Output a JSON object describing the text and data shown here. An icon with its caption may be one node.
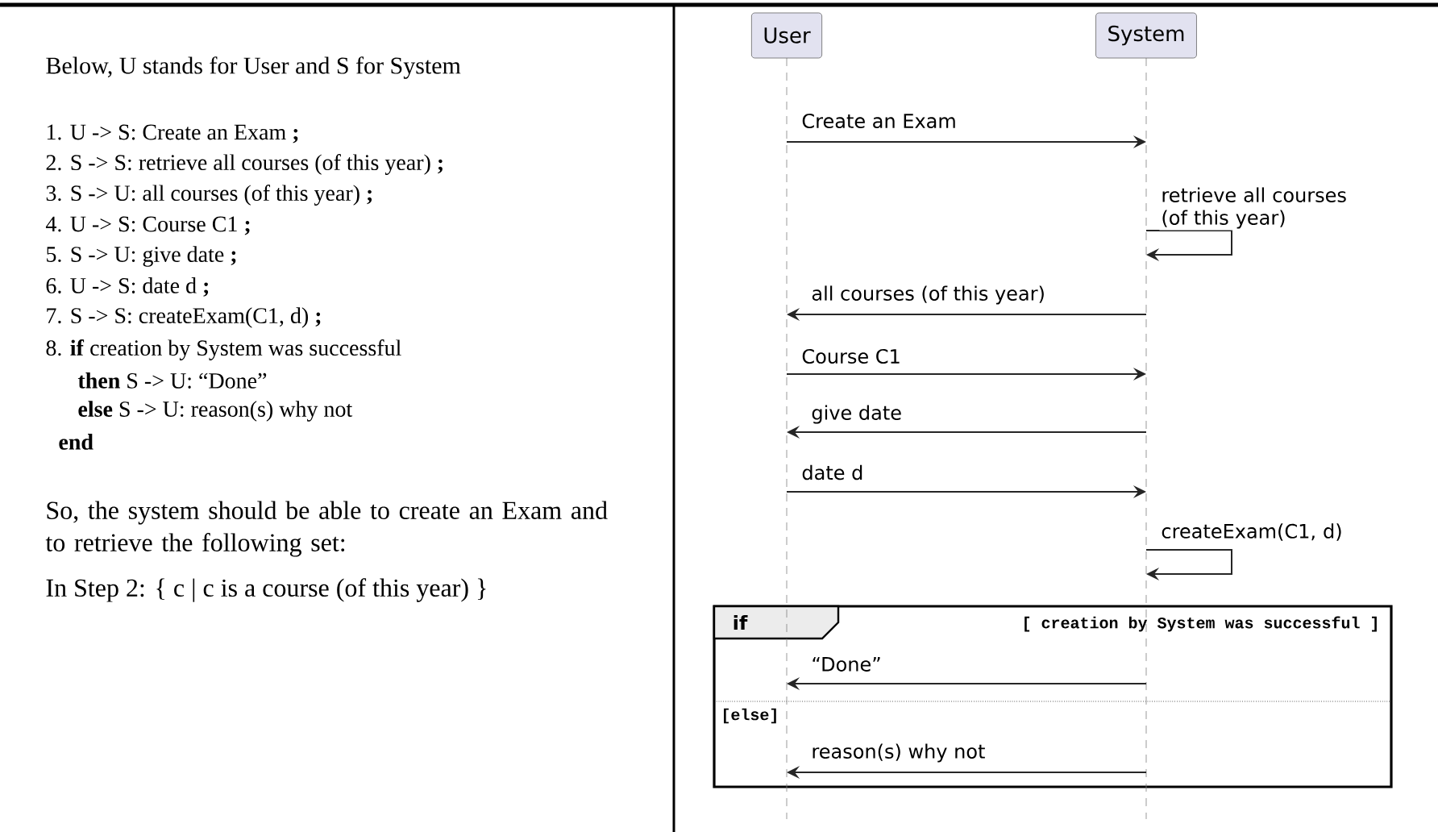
{
  "diagram": {
    "nodes": [
      {
        "text": [
          "User"
        ]
      },
      {
        "text": [
          "System"
        ]
      }
    ],
    "edges": [
      {
        "from": 0,
        "to": 1,
        "arrow": "to",
        "label": "Create an Exam"
      },
      {
        "from": 1,
        "to": 1,
        "arrow": "to",
        "label": "retrieve all courses (of this year)"
      },
      {
        "from": 1,
        "to": 0,
        "arrow": "to",
        "label": "all courses (of this year)"
      },
      {
        "from": 0,
        "to": 1,
        "arrow": "to",
        "label": "Course C1"
      },
      {
        "from": 1,
        "to": 0,
        "arrow": "to",
        "label": "give date"
      },
      {
        "from": 0,
        "to": 1,
        "arrow": "to",
        "label": "date d"
      },
      {
        "from": 1,
        "to": 1,
        "arrow": "to",
        "label": "createExam(C1, d)"
      },
      {
        "from": 1,
        "to": 0,
        "arrow": "to",
        "label": "“Done”"
      },
      {
        "from": 1,
        "to": 0,
        "arrow": "to",
        "label": "reason(s) why not"
      }
    ],
    "labels": [
      "Below, U stands for User and S for System",
      "1. U -> S: Create an Exam **;**",
      "2. S -> S: retrieve all courses (of this year) **;**",
      "3. S -> U: all courses (of this year) **;**",
      "4. U -> S: Course C1 **;**",
      "5. S -> U: give date **;**",
      "6. U -> S: date d **;**",
      "7. S -> S: createExam(C1, d) **;**",
      "8. **if** creation by System was successful",
      "**then** S -> U: “Done”",
      "**else** S -> U: reason(s) why not",
      "end",
      "So, the system should be able to create an Exam and to retrieve the following set:",
      "In Step 2: { c | c is a course (of this year) }",
      "if",
      "[ creation by System was successful ]",
      "[else]"
    ]
  }
}
